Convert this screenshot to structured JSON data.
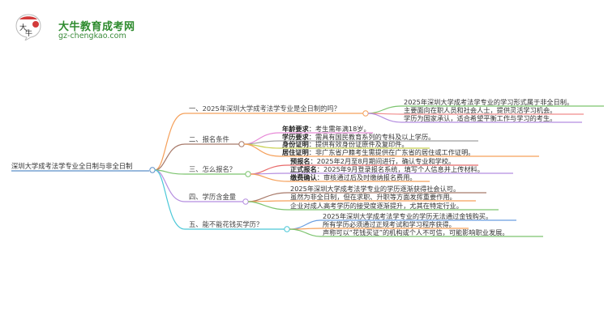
{
  "logo": {
    "title": "大牛教育成考网",
    "url": "gz-chengkao.com",
    "mark_text": "大牛"
  },
  "mindmap": {
    "root": "深圳大学成考法学专业全日制与非全日制",
    "branches": [
      {
        "label": "一、2025年深圳大学成考法学专业是全日制的吗？",
        "color": "#f5a05a",
        "children": [
          {
            "key": "",
            "text": "2025年深圳大学成考法学专业的学习形式属于非全日制。",
            "color": "#7cc46e"
          },
          {
            "key": "",
            "text": "主要面向在职人员和社会人士，提供灵活学习机会。",
            "color": "#f08c8c"
          },
          {
            "key": "",
            "text": "学历为国家承认，适合希望平衡工作与学习的考生。",
            "color": "#b58ee0"
          }
        ]
      },
      {
        "label": "二、报名条件",
        "color": "#a87a6a",
        "children": [
          {
            "key": "年龄要求",
            "text": "：考生需年满18岁。",
            "color": "#e88ad8"
          },
          {
            "key": "学历要求",
            "text": "：需具有国民教育系列的专科及以上学历。",
            "color": "#a0a0a0"
          },
          {
            "key": "身份证明",
            "text": "：提供有效身份证原件及复印件。",
            "color": "#c8d050"
          },
          {
            "key": "居住证明",
            "text": "：非广东省户籍考生需提供在广东省的居住或工作证明。",
            "color": "#f5a05a"
          }
        ]
      },
      {
        "label": "三、怎么报名？",
        "color": "#7cc46e",
        "children": [
          {
            "key": "预报名",
            "text": "：2025年2月至8月期间进行，确认专业和学校。",
            "color": "#e86a6a"
          },
          {
            "key": "正式报名",
            "text": "：2025年9月登录报名系统，填写个人信息并上传材料。",
            "color": "#b58ee0"
          },
          {
            "key": "缴费确认",
            "text": "：审核通过后及时缴纳报名费用。",
            "color": "#f5a05a"
          }
        ]
      },
      {
        "label": "四、学历含金量",
        "color": "#b58ee0",
        "children": [
          {
            "key": "",
            "text": "2025年深圳大学成考法学专业的学历逐渐获得社会认可。",
            "color": "#a87a6a"
          },
          {
            "key": "",
            "text": "虽然为非全日制，但在求职、升职等方面发挥重要作用。",
            "color": "#f5a05a"
          },
          {
            "key": "",
            "text": "企业对成人高考学历的接受度逐渐提升，尤其在特定行业。",
            "color": "#7cc46e"
          }
        ]
      },
      {
        "label": "五、能不能花钱买学历？",
        "color": "#4cc8d8",
        "children": [
          {
            "key": "",
            "text": "2025年深圳大学成考法学专业的学历无法通过金钱购买。",
            "color": "#6a9ee0"
          },
          {
            "key": "",
            "text": "所有学历必须通过正规考试和学习程序获得。",
            "color": "#f5a05a"
          },
          {
            "key": "",
            "text": "声称可以“花钱买证”的机构或个人不可信，可能影响职业发展。",
            "color": "#7cc46e"
          }
        ]
      }
    ]
  },
  "colors": {
    "root_line": "#5b8fc7",
    "logo_green": "#2e8b2e",
    "logo_red": "#d23a3a"
  }
}
